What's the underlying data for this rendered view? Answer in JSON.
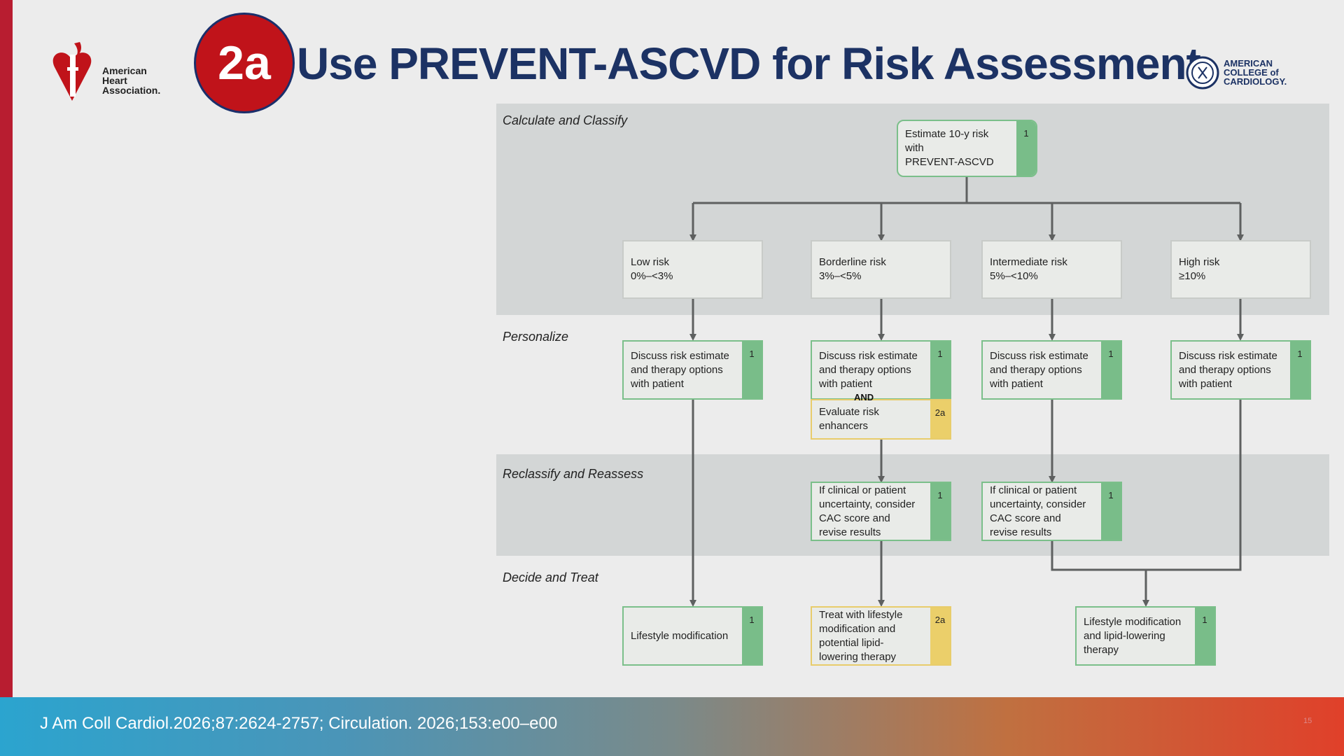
{
  "header": {
    "badge": "2a",
    "title": "Use PREVENT-ASCVD for Risk Assessment",
    "aha_logo_lines": [
      "American",
      "Heart",
      "Association."
    ],
    "acc_logo_lines": [
      "AMERICAN",
      "COLLEGE of",
      "CARDIOLOGY."
    ]
  },
  "sections": {
    "calculate": "Calculate and Classify",
    "personalize": "Personalize",
    "reclassify": "Reclassify and Reassess",
    "decide": "Decide and Treat"
  },
  "nodes": {
    "estimate": {
      "text_line1": "Estimate 10-y risk with",
      "text_line2": "PREVENT-ASCVD",
      "class": "1"
    },
    "low": {
      "line1": "Low risk",
      "line2": "0%–<3%"
    },
    "borderline": {
      "line1": "Borderline risk",
      "line2": "3%–<5%"
    },
    "intermediate": {
      "line1": "Intermediate risk",
      "line2": "5%–<10%"
    },
    "high": {
      "line1": "High risk",
      "line2": "≥10%"
    },
    "discuss_text": "Discuss risk estimate and therapy options with patient",
    "discuss_class": "1",
    "and_label": "AND",
    "enhancers": {
      "text": "Evaluate risk enhancers",
      "class": "2a"
    },
    "cac_text": "If clinical or patient uncertainty, consider CAC score and revise results",
    "cac_class": "1",
    "lifestyle": {
      "text": "Lifestyle modification",
      "class": "1"
    },
    "treat_borderline": {
      "text": "Treat with lifestyle modification and potential lipid-lowering therapy",
      "class": "2a"
    },
    "lifestyle_lipid": {
      "text": "Lifestyle modification and lipid-lowering therapy",
      "class": "1"
    }
  },
  "colors": {
    "class_1": "#79bd89",
    "class_2a": "#ebcf6a",
    "title": "#1c3264",
    "badge": "#c0131a",
    "accent_bar": "#b81d30",
    "connector": "#5e6060"
  },
  "footer": {
    "citation": "J Am Coll Cardiol.2026;87:2624-2757; Circulation. 2026;153:e00–e00",
    "page_number": "15"
  }
}
